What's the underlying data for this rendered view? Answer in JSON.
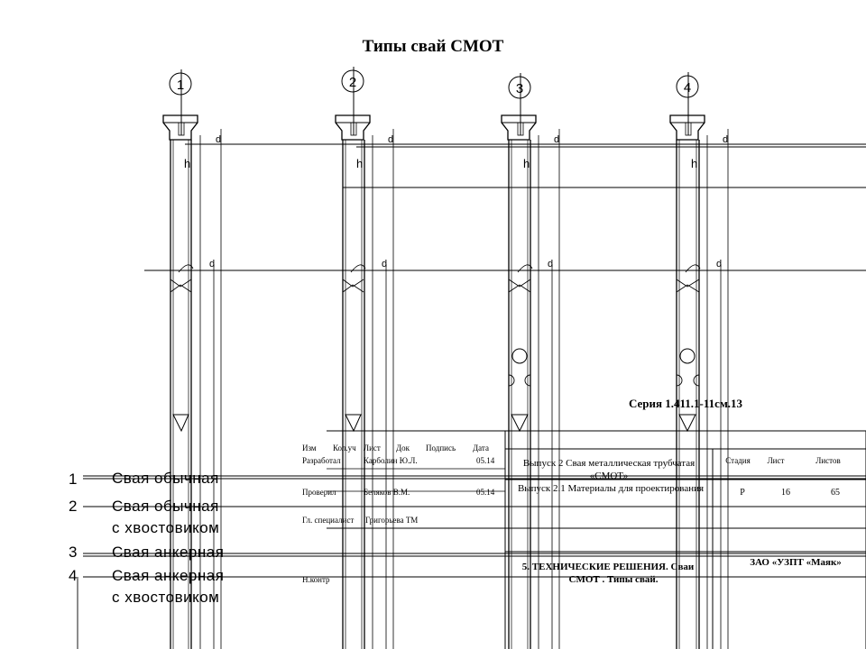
{
  "title": "Типы свай СМОТ",
  "piles": [
    {
      "number": "1"
    },
    {
      "number": "2"
    },
    {
      "number": "3"
    },
    {
      "number": "4"
    }
  ],
  "marks": {
    "d": "d",
    "h": "h"
  },
  "title_block": {
    "series": "Серия 1.411.1-11см.13",
    "headers": [
      "Изм",
      "Кол.уч",
      "Лист",
      "Док",
      "Подпись",
      "Дата"
    ],
    "rows": [
      {
        "role": "Разработал",
        "name": "Карболин Ю.Л.",
        "date": "05.14"
      },
      {
        "role": "Проверил",
        "name": "Беляков В.М.",
        "date": "05.14"
      },
      {
        "role": "Гл. специалист",
        "name": "Григорьева ТМ",
        "date": ""
      },
      {
        "role": "Н.контр",
        "name": "",
        "date": ""
      }
    ],
    "issue_line1": "Выпуск 2 Свая металлическая трубчатая",
    "issue_line2": "«СМОТ»",
    "issue_line3": "Выпуск 2.1 Материалы для проектирования",
    "stage_header": "Стадия",
    "sheet_header": "Лист",
    "sheets_header": "Листов",
    "stage": "Р",
    "sheet": "16",
    "sheets": "65",
    "section_line1": "5. ТЕХНИЧЕСКИЕ РЕШЕНИЯ. Сваи",
    "section_line2": "СМОТ . Типы свай.",
    "company": "ЗАО «УЗПТ «Маяк»"
  },
  "legend": [
    {
      "num": "1",
      "lines": [
        "Свая обычная"
      ]
    },
    {
      "num": "2",
      "lines": [
        "Свая обычная",
        "с хвостовиком"
      ]
    },
    {
      "num": "3",
      "lines": [
        "Свая анкерная"
      ]
    },
    {
      "num": "4",
      "lines": [
        "Свая анкерная",
        "с хвостовиком"
      ]
    }
  ]
}
